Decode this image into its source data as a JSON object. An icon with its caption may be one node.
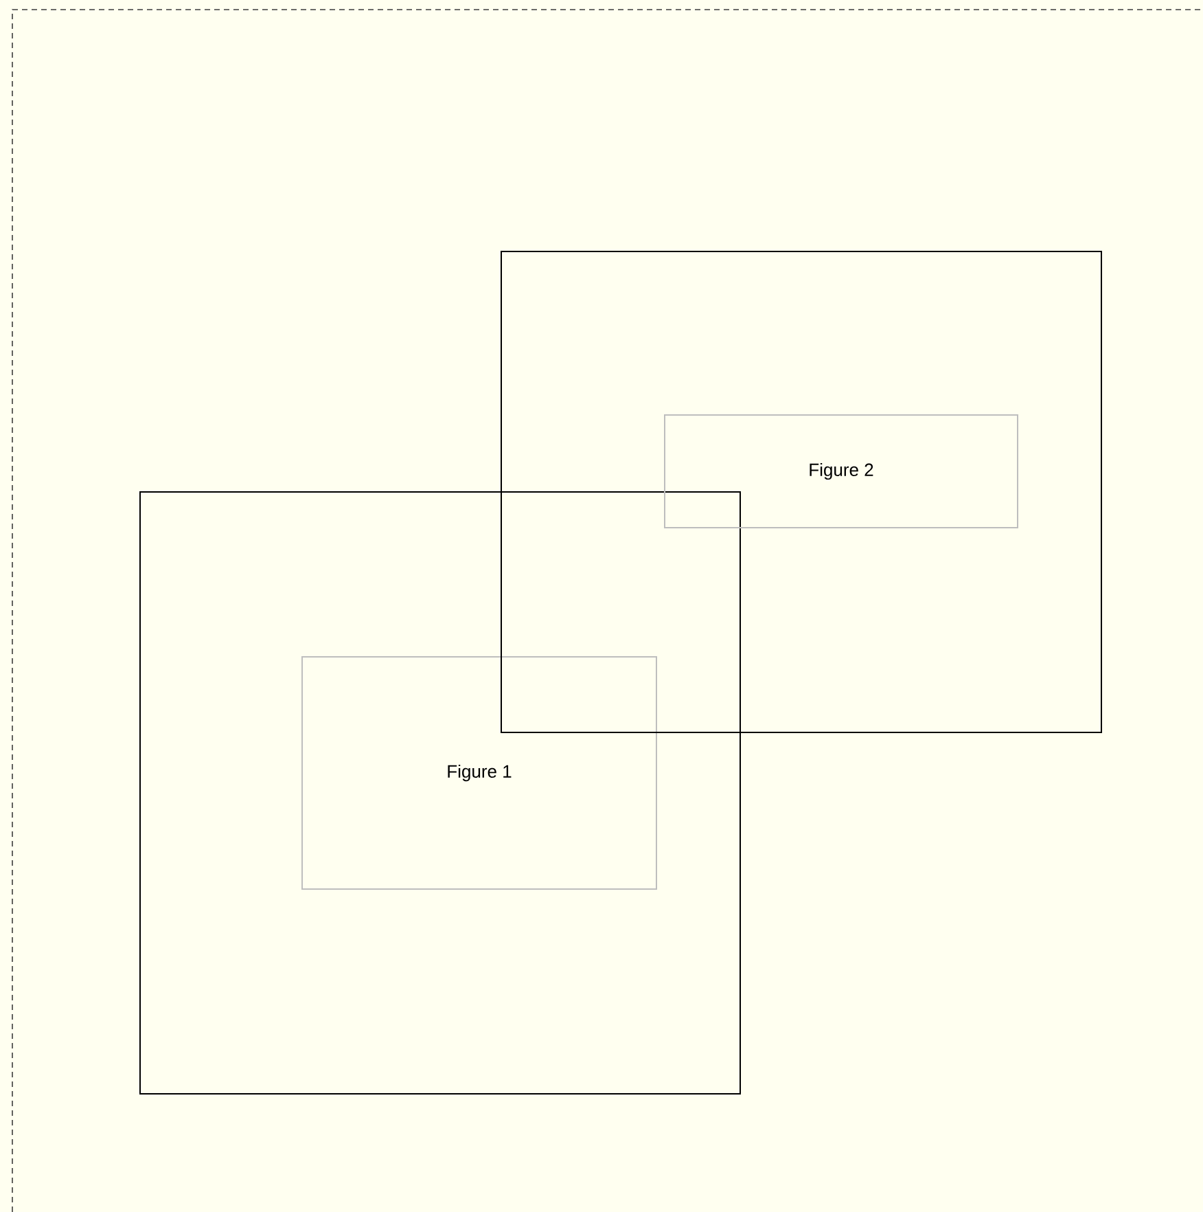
{
  "diagram": {
    "nodes": [
      {
        "text": [],
        "shape": "box"
      },
      {
        "text": [
          "Figure 1"
        ],
        "in": 0
      },
      {
        "text": [],
        "shape": "box"
      },
      {
        "text": [
          "Figure 2"
        ],
        "in": 2
      }
    ]
  }
}
